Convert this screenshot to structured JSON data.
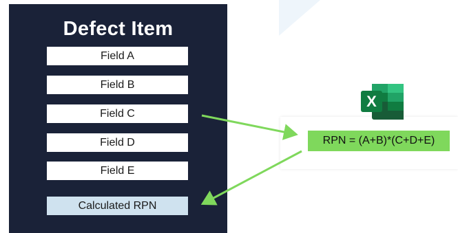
{
  "panel": {
    "title": "Defect Item",
    "fields": [
      "Field A",
      "Field B",
      "Field C",
      "Field D",
      "Field E"
    ],
    "calculated_label": "Calculated RPN"
  },
  "excel": {
    "icon": "excel-icon",
    "logo_letter": "X",
    "formula": "RPN = (A+B)*(C+D+E)"
  },
  "colors": {
    "panel_bg": "#1a2238",
    "arrow": "#7fd85c",
    "formula_bg": "#7fd85c",
    "calculated_bg": "#cfe2ef"
  }
}
